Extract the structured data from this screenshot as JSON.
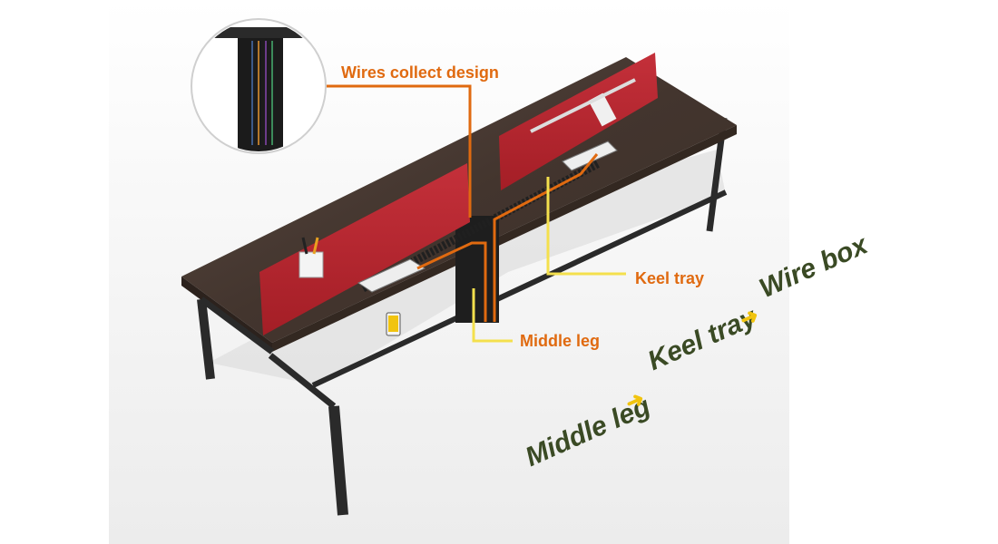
{
  "callouts": {
    "wires_collect": "Wires collect design",
    "keel_tray": "Keel tray",
    "middle_leg": "Middle leg"
  },
  "flow": {
    "step1": "Middle leg",
    "step2": "Keel tray",
    "step3": "Wire box",
    "arrow_icon": "arrow-right-icon",
    "arrow_color": "#f1c40f",
    "text_color": "#3a4a24"
  },
  "colors": {
    "callout_orange": "#e06a10",
    "callout_yellow": "#f4e04d",
    "panel_red": "#b8242c",
    "desktop_wood": "#4a3a32",
    "frame_black": "#2a2a2a"
  }
}
